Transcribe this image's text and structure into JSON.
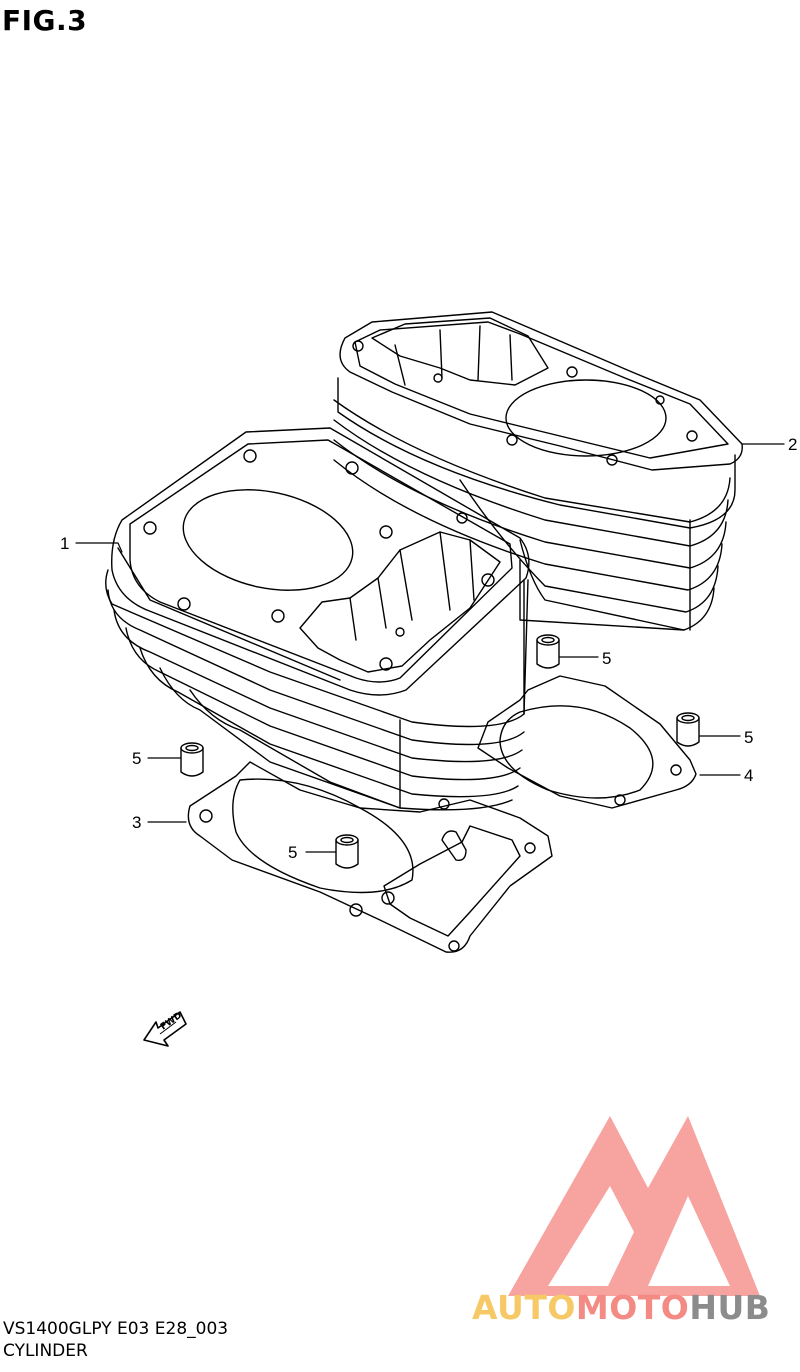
{
  "figure": {
    "title": "FIG.3"
  },
  "callouts": {
    "p1": "1",
    "p2": "2",
    "p3": "3",
    "p4": "4",
    "p5": "5"
  },
  "fwd_label": "FWD",
  "footer": {
    "model_code": "VS1400GLPY E03 E28_003",
    "section": "CYLINDER"
  },
  "brand": {
    "part1": "AUTO",
    "part2": "MOTO",
    "part3": "HUB",
    "colors": {
      "yellow": "#f7c866",
      "red": "#f38a84",
      "gray": "#8c8c8c"
    }
  }
}
